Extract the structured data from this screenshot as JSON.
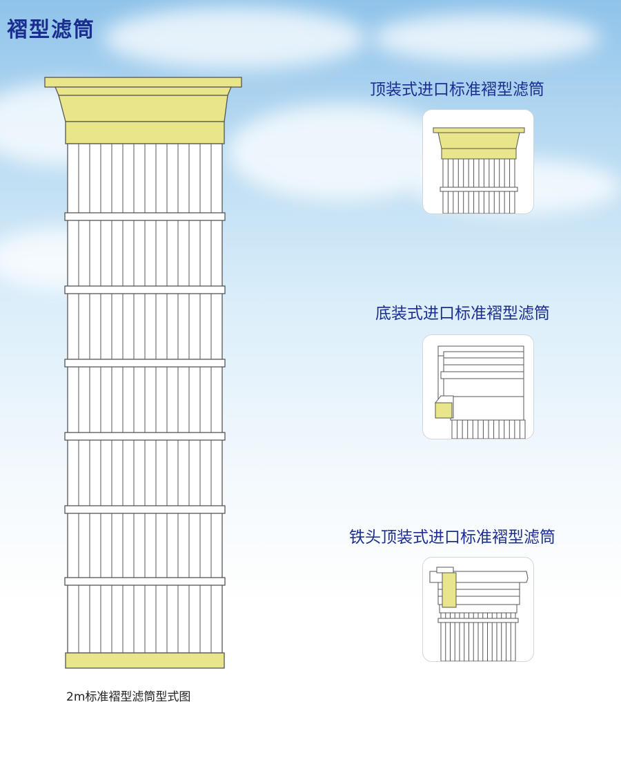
{
  "page": {
    "title": "褶型滤筒"
  },
  "main": {
    "caption": "2m标准褶型滤筒型式图"
  },
  "variants": [
    {
      "label": "顶装式进口标准褶型滤筒",
      "icon": "top-mount-filter-icon"
    },
    {
      "label": "底装式进口标准褶型滤筒",
      "icon": "bottom-mount-filter-icon"
    },
    {
      "label": "铁头顶装式进口标准褶型滤筒",
      "icon": "iron-head-top-mount-filter-icon"
    }
  ],
  "colors": {
    "title": "#1b2d8f",
    "cap_yellow": "#e9e58a",
    "outline": "#555555"
  }
}
